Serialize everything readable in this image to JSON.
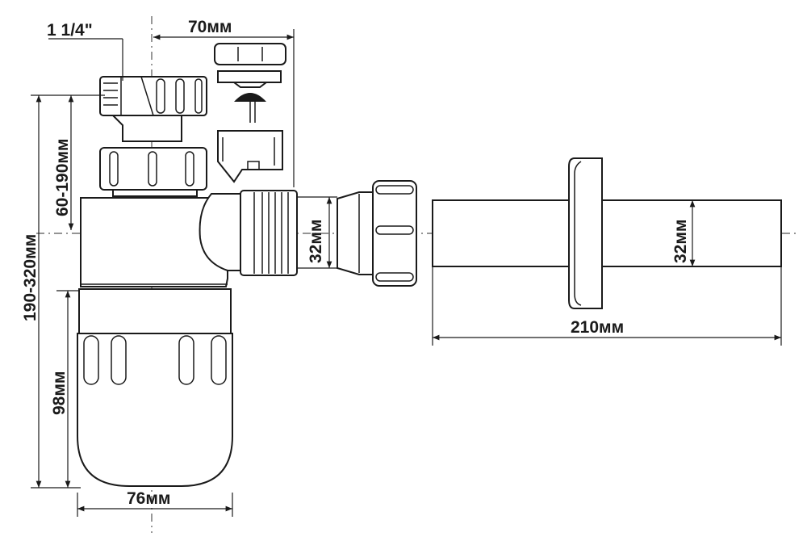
{
  "labels": {
    "thread_size": "1 1/4\"",
    "top_offset": "70мм",
    "total_height": "190-320мм",
    "adjust_height": "60-190мм",
    "outlet_diameter": "32мм",
    "pipe_diameter": "32мм",
    "pipe_length": "210мм",
    "bowl_height": "98мм",
    "bowl_width": "76мм"
  },
  "colors": {
    "line": "#1a1a1a",
    "fill": "#ffffff",
    "axis": "#555555"
  }
}
